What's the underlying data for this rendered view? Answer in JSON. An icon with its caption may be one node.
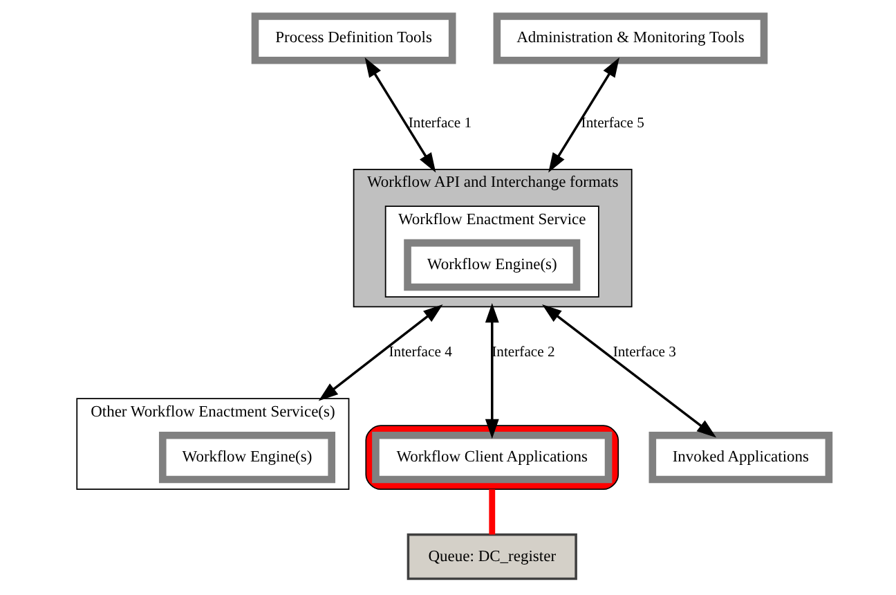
{
  "diagram": {
    "nodes": [
      {
        "text": [
          "Process Definition Tools"
        ]
      },
      {
        "text": [
          "Workflow API and Interchange formats"
        ]
      },
      {
        "text": [
          "Workflow Enactment Service"
        ],
        "in": 1
      },
      {
        "text": [
          "Workflow Engine(s)"
        ],
        "in": 2
      },
      {
        "text": [
          "Administration & Monitoring Tools"
        ]
      },
      {
        "text": [
          "Other Workflow Enactment Service(s)"
        ]
      },
      {
        "text": [
          "Workflow Engine(s)"
        ],
        "in": 5
      },
      {
        "text": [],
        "shape": "ellipse"
      },
      {
        "text": [
          "Workflow Client Applications"
        ],
        "in": 7
      },
      {
        "text": [
          "Invoked Applications"
        ]
      },
      {
        "text": [
          "Queue: DC_register"
        ]
      }
    ],
    "edges": [
      {
        "from": 0,
        "to": 1,
        "arrow": "both",
        "label": "Interface 1"
      },
      {
        "from": 4,
        "to": 1,
        "arrow": "both",
        "label": "Interface 5"
      },
      {
        "from": 1,
        "to": 5,
        "arrow": "both",
        "label": "Interface 4"
      },
      {
        "from": 1,
        "to": 8,
        "arrow": "both",
        "label": "Interface 2"
      },
      {
        "from": 1,
        "to": 9,
        "arrow": "both",
        "label": "Interface 3"
      },
      {
        "from": 7,
        "to": 10,
        "arrow": "none",
        "style": "thick",
        "color": "#ff0000"
      }
    ]
  }
}
